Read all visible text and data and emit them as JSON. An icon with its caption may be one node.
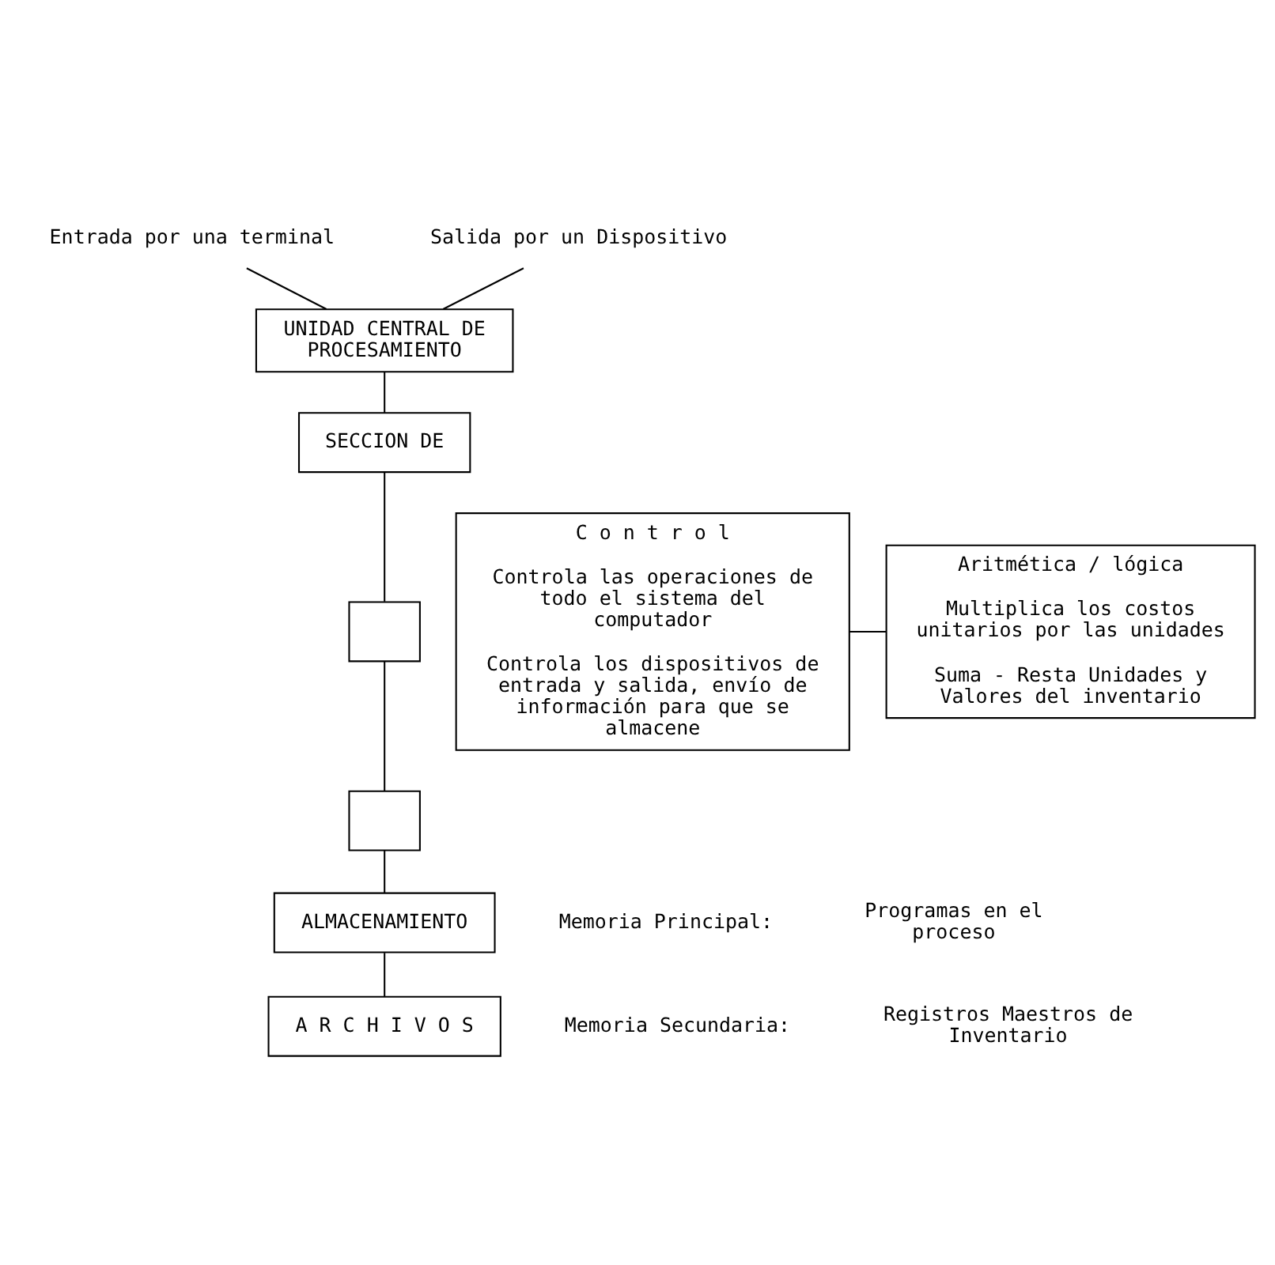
{
  "diagram": {
    "nodes": [
      {
        "text": [
          "Entrada por una terminal"
        ]
      },
      {
        "text": [
          "Salida por un Dispositivo"
        ]
      },
      {
        "text": [
          "UNIDAD CENTRAL DE PROCESAMIENTO"
        ]
      },
      {
        "text": [
          "SECCION DE"
        ]
      },
      {
        "text": [
          "C o n t r o l",
          "Controla las operaciones de todo el sistema del computador",
          "Controla los dispositivos de entrada y salida, envío de información para que se almacene"
        ]
      },
      {
        "text": [],
        "shape": "box"
      },
      {
        "text": [
          "Aritmética / lógica",
          "Multiplica los costos unitarios por las unidades",
          "Suma - Resta Unidades y Valores del inventario"
        ]
      },
      {
        "text": [],
        "shape": "box"
      },
      {
        "text": [
          "ALMACENAMIENTO"
        ]
      },
      {
        "text": [
          "A R C H I V O S"
        ]
      }
    ],
    "edges": [
      {
        "from": 0,
        "to": 2,
        "arrow": "none"
      },
      {
        "from": 1,
        "to": 2,
        "arrow": "none"
      },
      {
        "from": 2,
        "to": 3,
        "arrow": "none"
      },
      {
        "from": 3,
        "to": 5,
        "arrow": "none"
      },
      {
        "from": 4,
        "to": 6,
        "arrow": "none"
      },
      {
        "from": 5,
        "to": 7,
        "arrow": "none"
      },
      {
        "from": 7,
        "to": 8,
        "arrow": "none"
      },
      {
        "from": 8,
        "to": 9,
        "arrow": "none"
      }
    ],
    "labels": [
      "Memoria Principal:",
      "Programas en el proceso",
      "Memoria Secundaria:",
      "Registros Maestros de Inventario"
    ]
  }
}
